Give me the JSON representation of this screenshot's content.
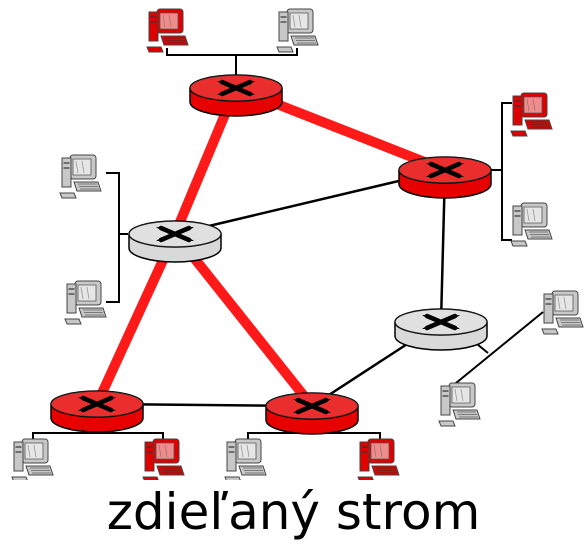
{
  "caption": "zdieľaný strom",
  "colors": {
    "tree": "#ff1a1a",
    "tree_router": "#e60000",
    "other_router": "#d9d9d9",
    "link": "#000000",
    "host_member": "#e00000",
    "host_plain": "#c8c8c8"
  },
  "routers": [
    {
      "id": "r-top",
      "in_tree": true
    },
    {
      "id": "r-right",
      "in_tree": true
    },
    {
      "id": "r-left",
      "in_tree": false
    },
    {
      "id": "r-mid",
      "in_tree": false
    },
    {
      "id": "r-bottom-left",
      "in_tree": true
    },
    {
      "id": "r-bottom-center",
      "in_tree": true
    }
  ],
  "links": [
    {
      "from": "r-top",
      "to": "r-right",
      "in_tree": true
    },
    {
      "from": "r-top",
      "to": "r-left",
      "in_tree": true
    },
    {
      "from": "r-left",
      "to": "r-bottom-left",
      "in_tree": true
    },
    {
      "from": "r-left",
      "to": "r-bottom-center",
      "in_tree": true
    },
    {
      "from": "r-left",
      "to": "r-right",
      "in_tree": false
    },
    {
      "from": "r-right",
      "to": "r-mid",
      "in_tree": false
    },
    {
      "from": "r-mid",
      "to": "r-bottom-center",
      "in_tree": false
    },
    {
      "from": "r-bottom-left",
      "to": "r-bottom-center",
      "in_tree": false
    }
  ],
  "hosts": [
    {
      "id": "h-top-left",
      "member": true
    },
    {
      "id": "h-top-right",
      "member": false
    },
    {
      "id": "h-right-top",
      "member": true
    },
    {
      "id": "h-right-bottom",
      "member": false
    },
    {
      "id": "h-left-top",
      "member": false
    },
    {
      "id": "h-left-bottom",
      "member": false
    },
    {
      "id": "h-far-right-top",
      "member": false
    },
    {
      "id": "h-far-right-bottom",
      "member": false
    },
    {
      "id": "h-bl-left",
      "member": false
    },
    {
      "id": "h-bl-right",
      "member": true
    },
    {
      "id": "h-bc-left",
      "member": false
    },
    {
      "id": "h-bc-right",
      "member": true
    }
  ]
}
